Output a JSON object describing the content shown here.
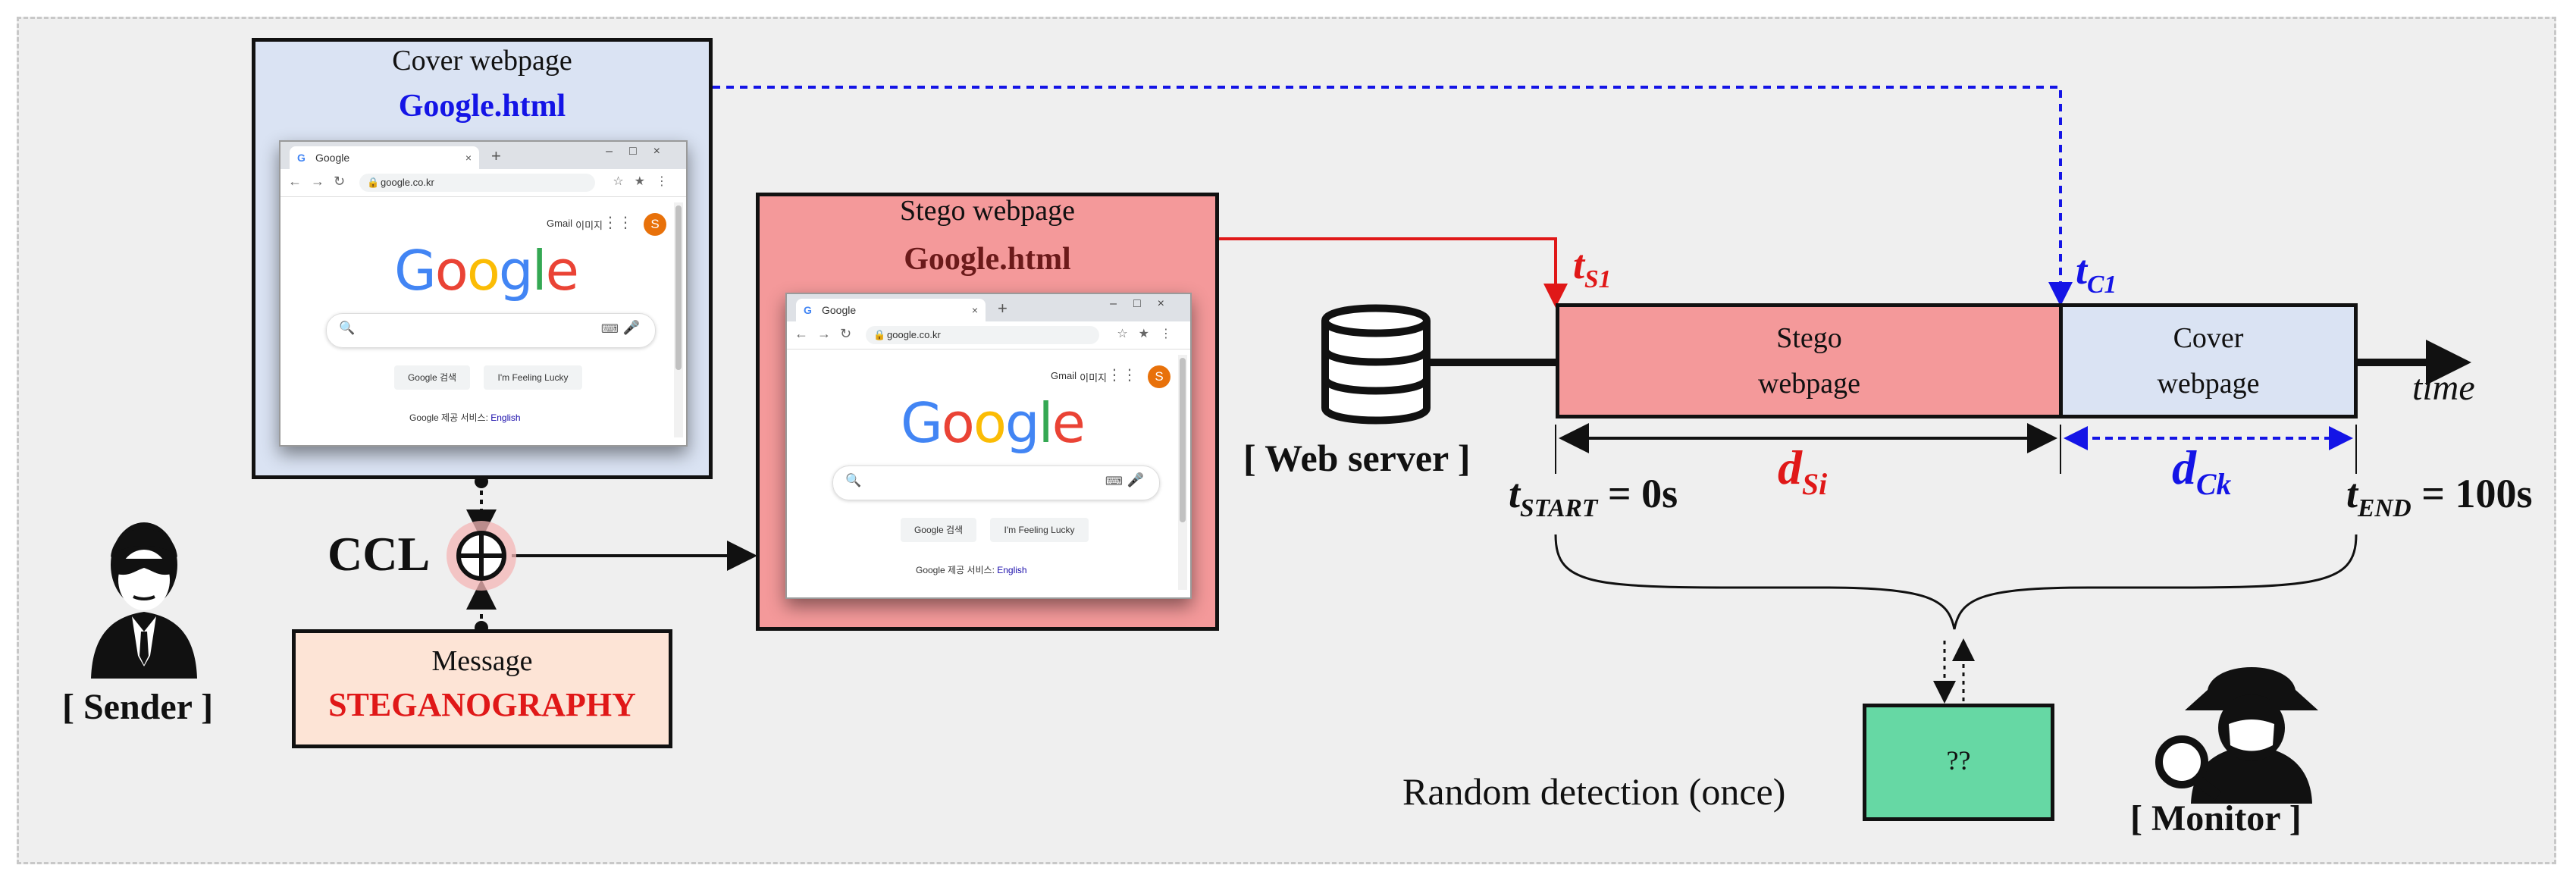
{
  "cover": {
    "caption": "Cover webpage",
    "filename": "Google.html",
    "filename_color": "#1414e6"
  },
  "stego": {
    "caption": "Stego webpage",
    "filename": "Google.html",
    "filename_color": "#6b1a1a"
  },
  "browser": {
    "tab_title": "Google",
    "url": "google.co.kr",
    "gmail": "Gmail",
    "images": "이미지",
    "avatar": "S",
    "search_btn": "Google 검색",
    "lucky_btn": "I'm Feeling Lucky",
    "footer_text": "Google 제공 서비스:",
    "footer_link": "English",
    "logo_letters": [
      {
        "ch": "G",
        "color": "#4285f4"
      },
      {
        "ch": "o",
        "color": "#ea4335"
      },
      {
        "ch": "o",
        "color": "#fbbc05"
      },
      {
        "ch": "g",
        "color": "#4285f4"
      },
      {
        "ch": "l",
        "color": "#34a853"
      },
      {
        "ch": "e",
        "color": "#ea4335"
      }
    ]
  },
  "ccl": "CCL",
  "message": {
    "caption": "Message",
    "text": "STEGANOGRAPHY",
    "text_color": "#e01818"
  },
  "sender": "[ Sender ]",
  "web_server": "[ Web server ]",
  "timeline": {
    "stego_segment": [
      "Stego",
      "webpage"
    ],
    "cover_segment": [
      "Cover",
      "webpage"
    ],
    "time_label": "time",
    "t_s1": {
      "base": "t",
      "sub": "S1",
      "color": "#e01818"
    },
    "t_c1": {
      "base": "t",
      "sub": "C1",
      "color": "#1414e6"
    },
    "d_si": {
      "base": "d",
      "sub": "Si",
      "color": "#e01818"
    },
    "d_ck": {
      "base": "d",
      "sub": "Ck",
      "color": "#1414e6"
    },
    "t_start": {
      "base": "t",
      "sub": "START",
      "rest": " = 0s"
    },
    "t_end": {
      "base": "t",
      "sub": "END",
      "rest": " = 100s"
    }
  },
  "detection": {
    "label": "Random detection (once)",
    "box_text": "??"
  },
  "monitor": "[ Monitor ]",
  "colors": {
    "stego_fill": "#f4999a",
    "cover_fill": "#dae3f3",
    "detect_fill": "#66d8a4",
    "message_fill": "#fde4d6",
    "red_line": "#e01818",
    "blue_line": "#1414e6"
  }
}
